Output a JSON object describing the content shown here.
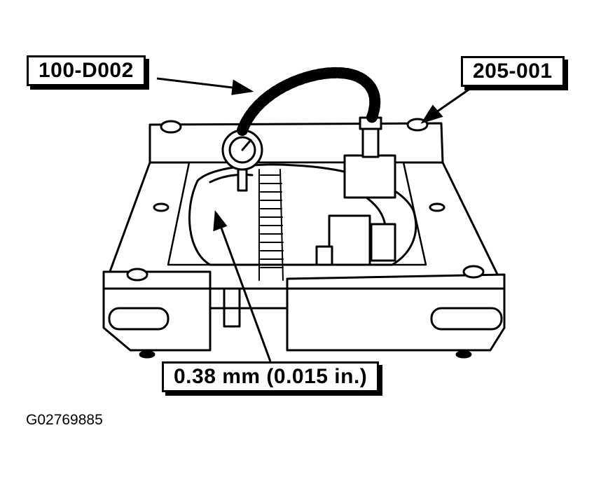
{
  "callouts": {
    "tool_left": "100-D002",
    "tool_right": "205-001",
    "measurement": "0.38 mm (0.015 in.)"
  },
  "figure_id": "G02769885"
}
